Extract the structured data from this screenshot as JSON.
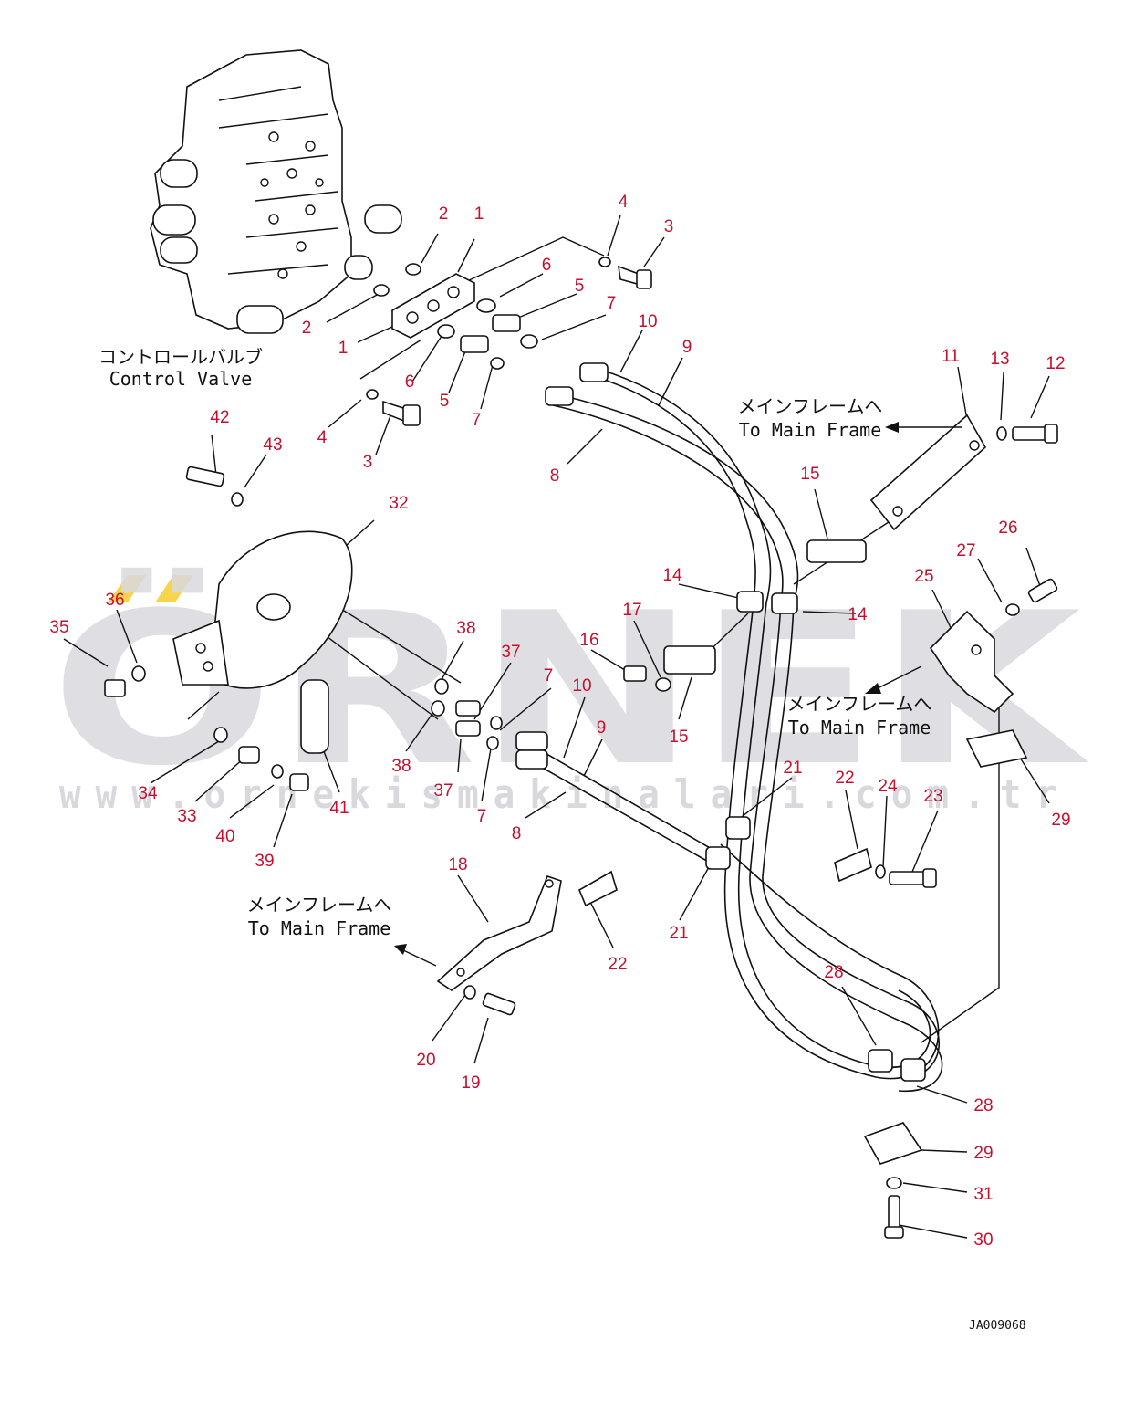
{
  "colors": {
    "callout": "#c8102e",
    "line": "#111111",
    "watermark": "#d9d9df",
    "watermark_accent": "#f2c200"
  },
  "watermark": {
    "brand": "ÖRNEK",
    "url": "www.ornekismakinalari.com.tr"
  },
  "labels": {
    "control_valve_jp": "コントロールバルブ",
    "control_valve_en": "Control Valve",
    "main_frame_1_jp": "メインフレームへ",
    "main_frame_1_en": "To Main Frame",
    "main_frame_2_jp": "メインフレームへ",
    "main_frame_2_en": "To Main Frame",
    "main_frame_3_jp": "メインフレームへ",
    "main_frame_3_en": "To Main Frame"
  },
  "drawing_code": "JA009068",
  "callouts": [
    {
      "id": "c2a",
      "text": "2"
    },
    {
      "id": "c1a",
      "text": "1"
    },
    {
      "id": "c4a",
      "text": "4"
    },
    {
      "id": "c3a",
      "text": "3"
    },
    {
      "id": "c6a",
      "text": "6"
    },
    {
      "id": "c5a",
      "text": "5"
    },
    {
      "id": "c7a",
      "text": "7"
    },
    {
      "id": "c10a",
      "text": "10"
    },
    {
      "id": "c9a",
      "text": "9"
    },
    {
      "id": "c2b",
      "text": "2"
    },
    {
      "id": "c1b",
      "text": "1"
    },
    {
      "id": "c6b",
      "text": "6"
    },
    {
      "id": "c5b",
      "text": "5"
    },
    {
      "id": "c7b",
      "text": "7"
    },
    {
      "id": "c4b",
      "text": "4"
    },
    {
      "id": "c3b",
      "text": "3"
    },
    {
      "id": "c8a",
      "text": "8"
    },
    {
      "id": "c11",
      "text": "11"
    },
    {
      "id": "c13",
      "text": "13"
    },
    {
      "id": "c12",
      "text": "12"
    },
    {
      "id": "c42",
      "text": "42"
    },
    {
      "id": "c43",
      "text": "43"
    },
    {
      "id": "c32",
      "text": "32"
    },
    {
      "id": "c15a",
      "text": "15"
    },
    {
      "id": "c26",
      "text": "26"
    },
    {
      "id": "c27",
      "text": "27"
    },
    {
      "id": "c25",
      "text": "25"
    },
    {
      "id": "c14a",
      "text": "14"
    },
    {
      "id": "c14b",
      "text": "14"
    },
    {
      "id": "c36",
      "text": "36"
    },
    {
      "id": "c35",
      "text": "35"
    },
    {
      "id": "c17",
      "text": "17"
    },
    {
      "id": "c38a",
      "text": "38"
    },
    {
      "id": "c16",
      "text": "16"
    },
    {
      "id": "c37a",
      "text": "37"
    },
    {
      "id": "c7c",
      "text": "7"
    },
    {
      "id": "c10b",
      "text": "10"
    },
    {
      "id": "c9b",
      "text": "9"
    },
    {
      "id": "c15b",
      "text": "15"
    },
    {
      "id": "c38b",
      "text": "38"
    },
    {
      "id": "c34",
      "text": "34"
    },
    {
      "id": "c21a",
      "text": "21"
    },
    {
      "id": "c22a",
      "text": "22"
    },
    {
      "id": "c24",
      "text": "24"
    },
    {
      "id": "c23",
      "text": "23"
    },
    {
      "id": "c29a",
      "text": "29"
    },
    {
      "id": "c33",
      "text": "33"
    },
    {
      "id": "c37b",
      "text": "37"
    },
    {
      "id": "c41",
      "text": "41"
    },
    {
      "id": "c7d",
      "text": "7"
    },
    {
      "id": "c8b",
      "text": "8"
    },
    {
      "id": "c40",
      "text": "40"
    },
    {
      "id": "c39",
      "text": "39"
    },
    {
      "id": "c18",
      "text": "18"
    },
    {
      "id": "c22b",
      "text": "22"
    },
    {
      "id": "c21b",
      "text": "21"
    },
    {
      "id": "c28a",
      "text": "28"
    },
    {
      "id": "c20",
      "text": "20"
    },
    {
      "id": "c19",
      "text": "19"
    },
    {
      "id": "c28b",
      "text": "28"
    },
    {
      "id": "c29b",
      "text": "29"
    },
    {
      "id": "c31",
      "text": "31"
    },
    {
      "id": "c30",
      "text": "30"
    }
  ]
}
